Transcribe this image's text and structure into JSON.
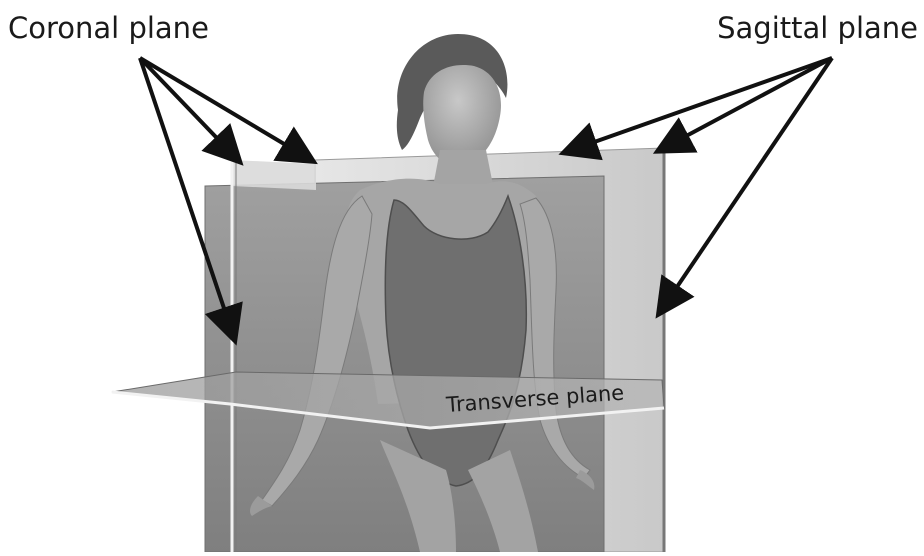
{
  "labels": {
    "coronal": "Coronal plane",
    "sagittal": "Sagittal plane",
    "transverse": "Transverse plane"
  },
  "colors": {
    "plane_dark": "#8f8f8f",
    "plane_light": "#d8d8d8",
    "figure_skin": "#a9a9a9",
    "swimsuit": "#6e6e6e",
    "arrow": "#111111"
  }
}
